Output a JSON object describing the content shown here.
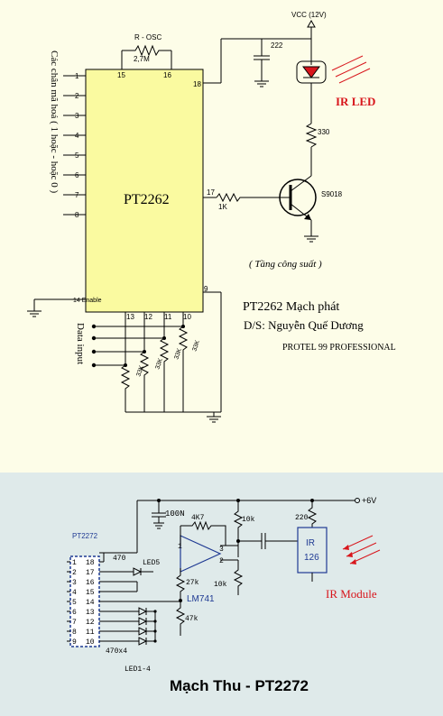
{
  "top": {
    "vcc": "VCC (12V)",
    "cap": "222",
    "resistor_osc_label": "R - OSC",
    "resistor_osc_value": "2,7M",
    "ir_led": "IR LED",
    "r330": "330",
    "r1k": "1K",
    "transistor": "S9018",
    "chip": "PT2262",
    "pins_left": [
      "1",
      "2",
      "3",
      "4",
      "5",
      "6",
      "7",
      "8"
    ],
    "pin14": "14 Enable",
    "pin15": "15",
    "pin16": "16",
    "pin17": "17",
    "pin18": "18",
    "pin9": "9",
    "pins_bottom": [
      "13",
      "12",
      "11",
      "10"
    ],
    "r33k": "33K",
    "vertical_label": "Các chân mã hoá ( 1 hoặc - hoặc 0 )",
    "data_input": "Data input",
    "power_stage": "( Tầng công suất )",
    "title": "PT2262 Mạch phát",
    "designer": "D/S: Nguyễn Quế Dương",
    "software": "PROTEL 99 PROFESSIONAL"
  },
  "bottom": {
    "vplus": "+6V",
    "cap100n": "100N",
    "r4k7": "4K7",
    "r10k_a": "10k",
    "r220": "220",
    "ir126": [
      "IR",
      "126"
    ],
    "ir_module": "IR Module",
    "chip": "PT2272",
    "chip_pins_left": [
      "1",
      "2",
      "3",
      "4",
      "5",
      "6",
      "7",
      "8",
      "9"
    ],
    "chip_pins_right": [
      "18",
      "17",
      "16",
      "15",
      "14",
      "13",
      "12",
      "11",
      "10"
    ],
    "r470": "470",
    "led5": "LED5",
    "opamp_pin1": "1",
    "opamp_pin2": "2",
    "opamp_pin3": "3",
    "r27k": "27k",
    "r10k_b": "10k",
    "lm741": "LM741",
    "r47k": "47k",
    "r470x4": "470x4",
    "led14": "LED1-4",
    "title": "Mạch Thu - PT2272"
  },
  "colors": {
    "page_bg": "#fdfde8",
    "lower_bg": "#dfeaea",
    "chip_fill": "#fafaa0",
    "red": "#d8161c",
    "blue": "#1f3a93"
  }
}
